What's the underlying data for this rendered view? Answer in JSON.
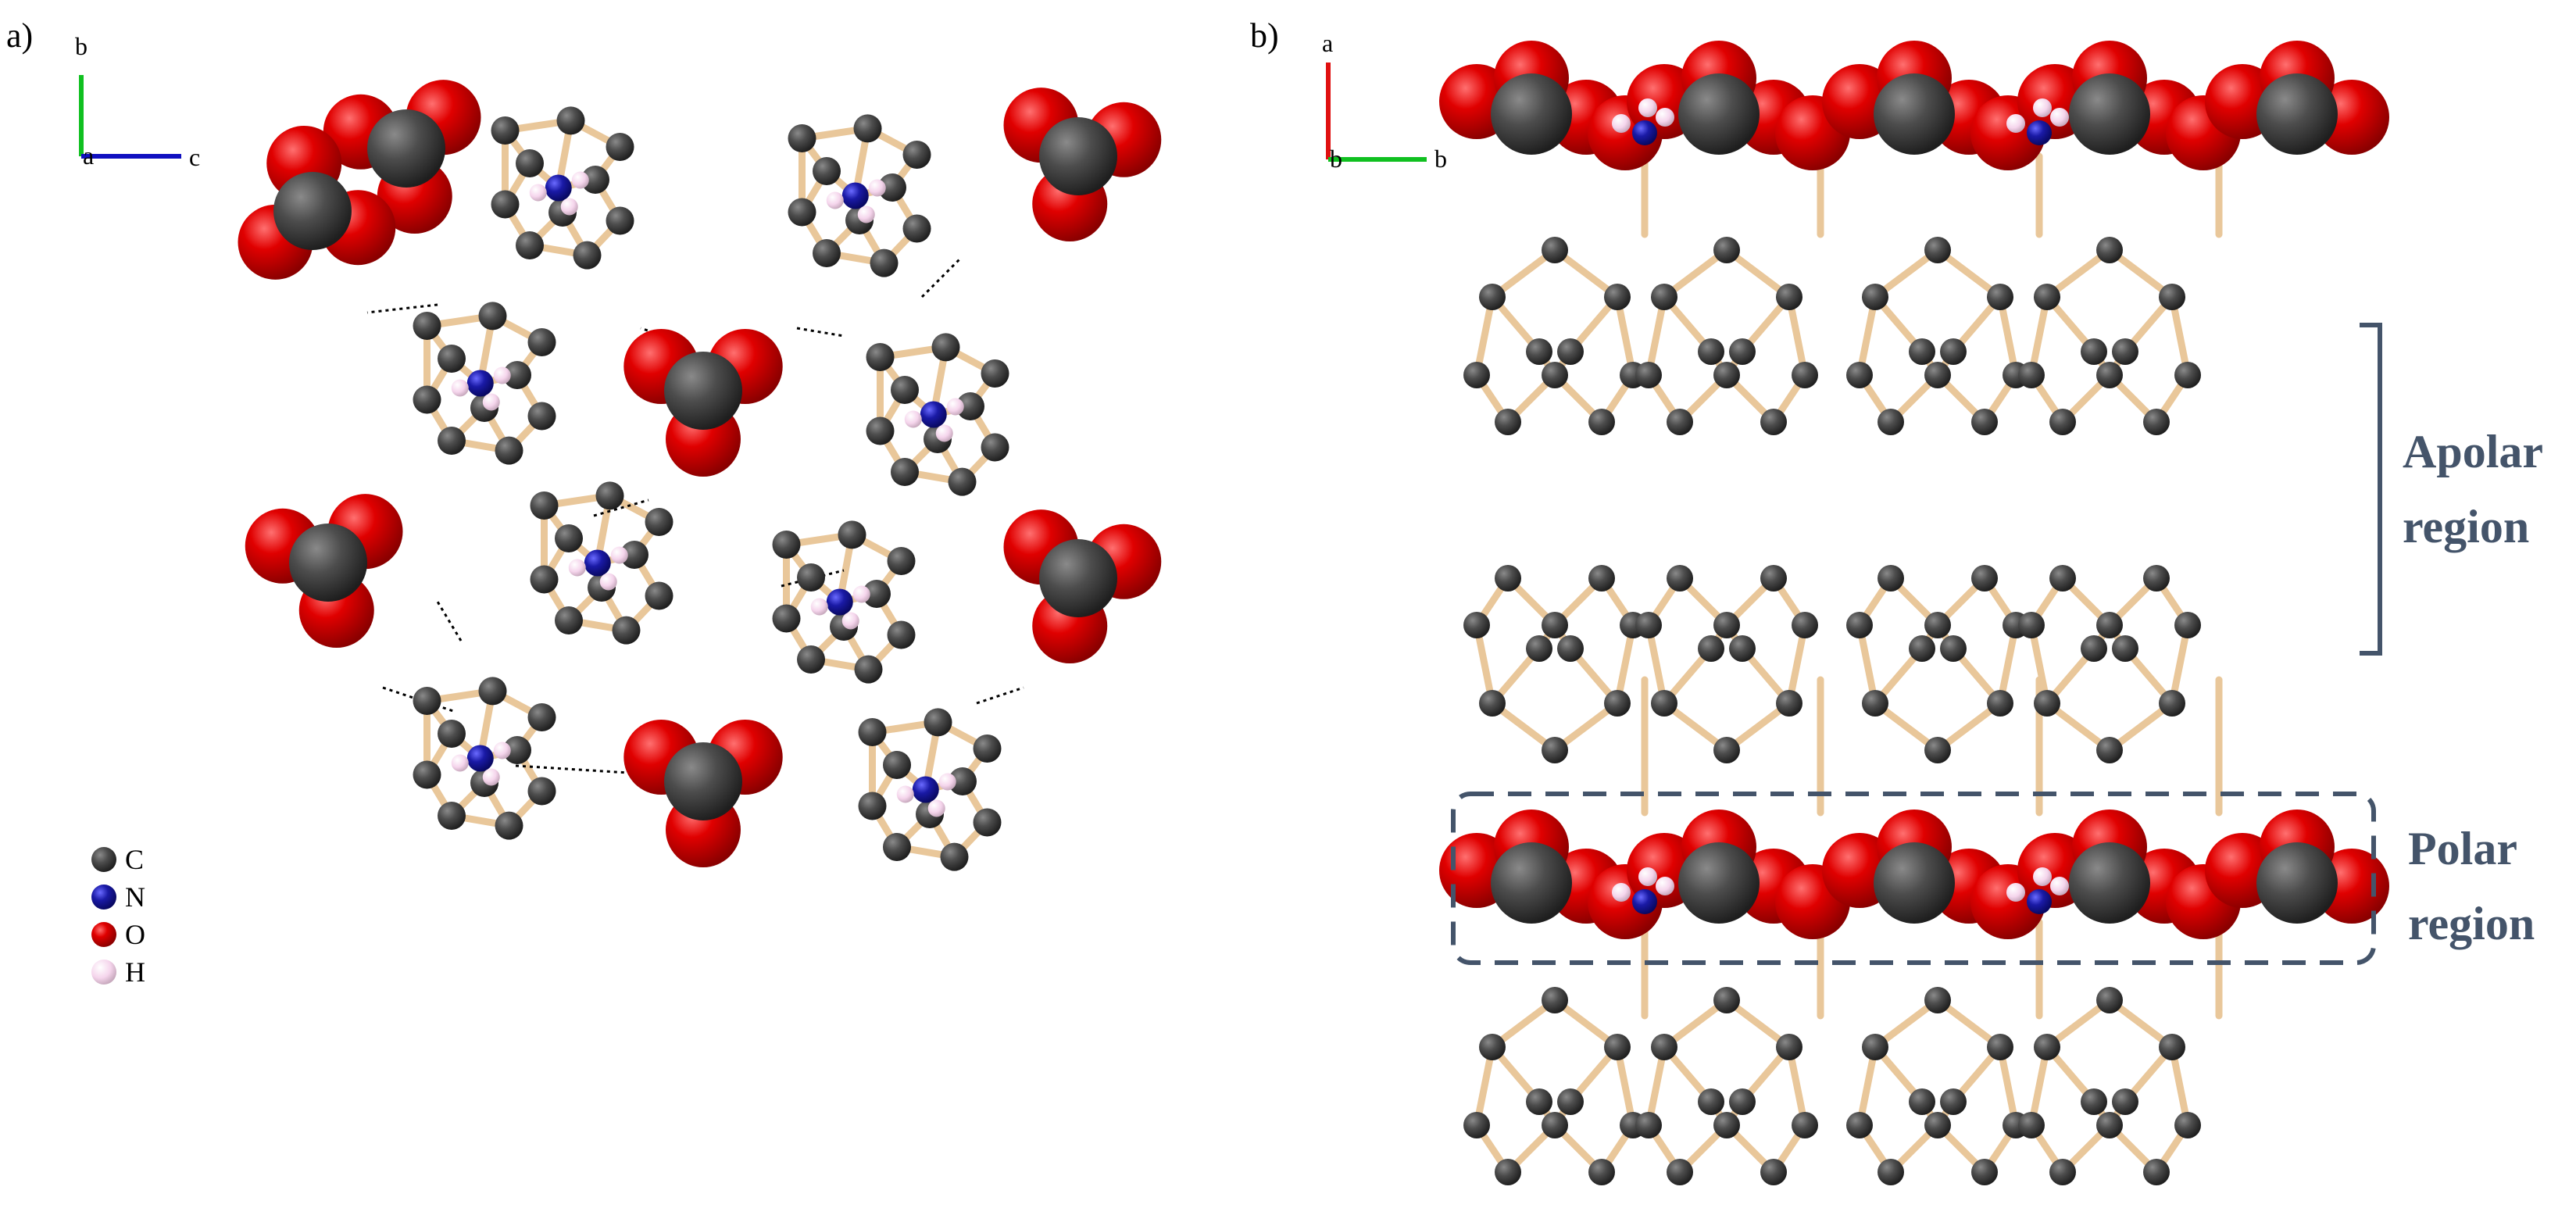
{
  "panel_a": {
    "label": "a)",
    "axes": {
      "vertical": "b",
      "origin": "a",
      "horizontal": "c"
    },
    "legend": [
      {
        "symbol": "C",
        "color": "#4d4d4d"
      },
      {
        "symbol": "N",
        "color": "#1a1aa6"
      },
      {
        "symbol": "O",
        "color": "#e00000"
      },
      {
        "symbol": "H",
        "color": "#f5d5ec"
      }
    ]
  },
  "panel_b": {
    "label": "b)",
    "axes": {
      "vertical": "a",
      "origin": "b",
      "horizontal": "b"
    },
    "apolar": {
      "line1": "Apolar",
      "line2": "region"
    },
    "polar": {
      "line1": "Polar",
      "line2": "region"
    }
  },
  "colors": {
    "carbon": "#4d4d4d",
    "nitrogen": "#1a1aa6",
    "oxygen": "#e00000",
    "hydrogen": "#f5d5ec",
    "bond": "#e9c79a",
    "region_box": "#44546a",
    "axis_a": "#e01010",
    "axis_b": "#10c020",
    "axis_c": "#1010c0"
  }
}
